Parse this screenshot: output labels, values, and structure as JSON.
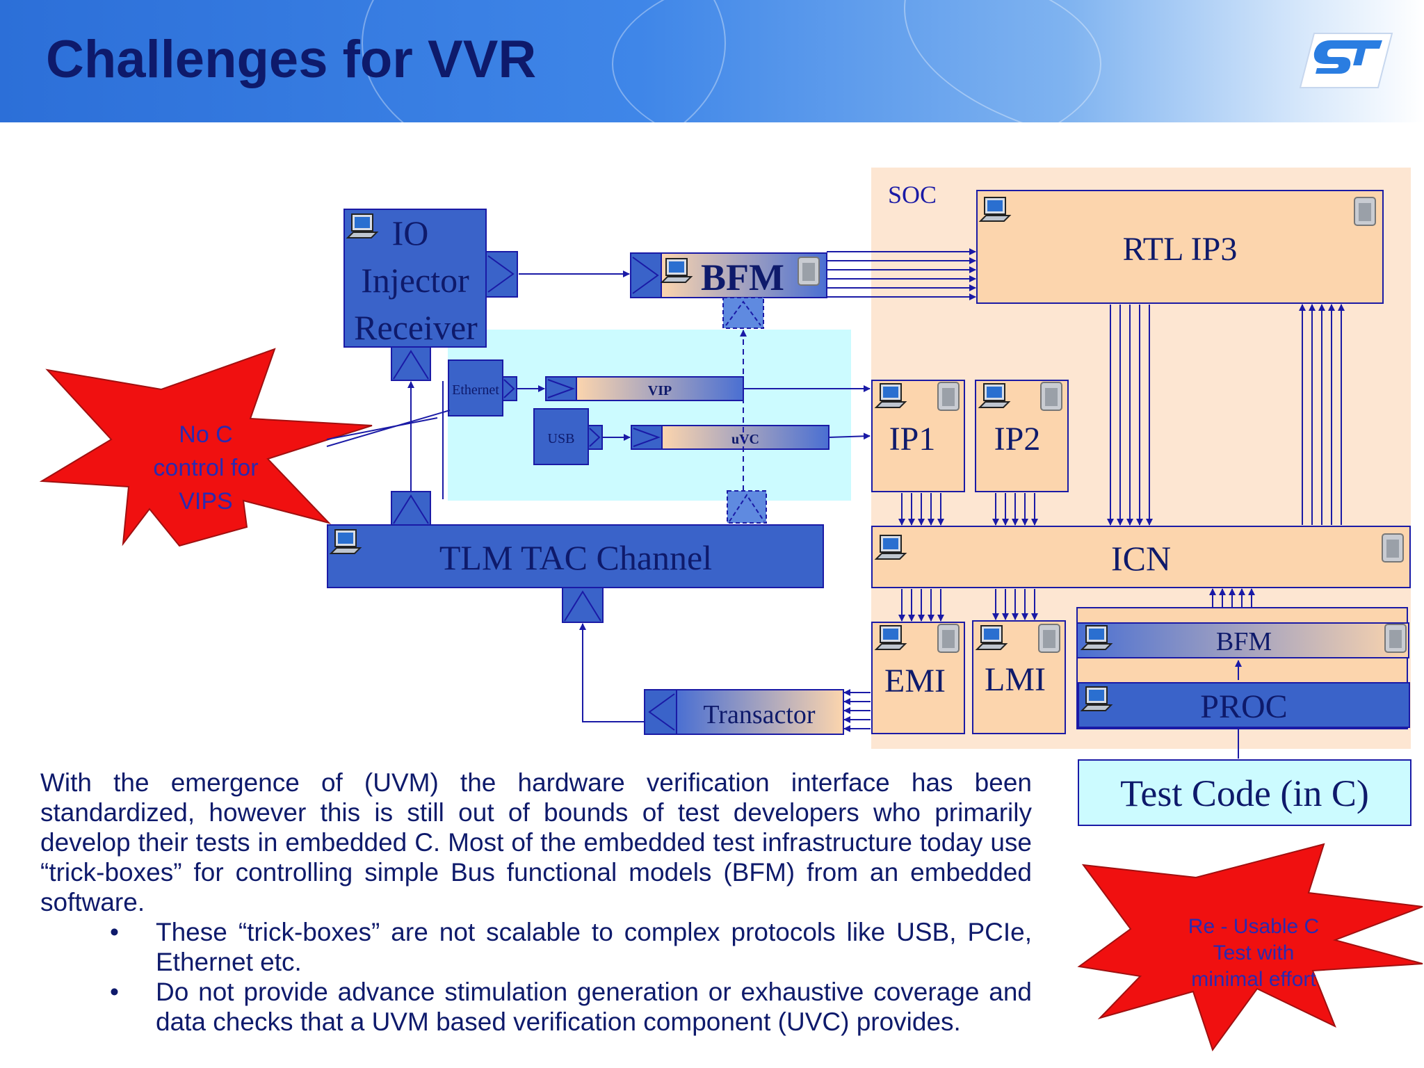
{
  "title": "Challenges for VVR",
  "logo": {
    "icon": "st-logo-icon",
    "color": "#2a7de1"
  },
  "diagram": {
    "soc_label": "SOC",
    "io_block": [
      "IO",
      "Injector",
      "Receiver"
    ],
    "bfm_top": "BFM",
    "ethernet": "Ethernet",
    "usb": "USB",
    "vip": "VIP",
    "uvc": "uVC",
    "tlm": "TLM TAC Channel",
    "transactor": "Transactor",
    "rtl_ip3": "RTL IP3",
    "ip1": "IP1",
    "ip2": "IP2",
    "icn": "ICN",
    "emi": "EMI",
    "lmi": "LMI",
    "bfm_proc": "BFM",
    "proc": "PROC",
    "test_code": "Test Code (in C)"
  },
  "callouts": {
    "no_c": [
      "No C",
      "control for",
      "VIPS"
    ],
    "reusable": [
      "Re - Usable C",
      "Test with",
      "minimal effort"
    ]
  },
  "body": {
    "paragraph": "With the emergence of (UVM) the hardware verification interface has been standardized, however this is still out of bounds of test developers who primarily develop their tests in embedded C. Most of the embedded test infrastructure today use “trick-boxes” for controlling simple Bus functional models (BFM) from an embedded software.",
    "bullet_char": "•",
    "bullets": [
      "These “trick-boxes” are not scalable to complex protocols like USB, PCIe, Ethernet etc.",
      "Do not provide advance stimulation generation or exhaustive coverage and data checks that a UVM based verification component (UVC) provides."
    ]
  },
  "colors": {
    "title": "#0e1a6b",
    "block_blue": "#3a63c9",
    "peach": "#fcd5ad",
    "soc_bg": "#fde6d2",
    "cyan": "#ccfbff",
    "line": "#1a1aa6",
    "callout_red": "#f01010",
    "callout_text": "#2a2ab0"
  }
}
